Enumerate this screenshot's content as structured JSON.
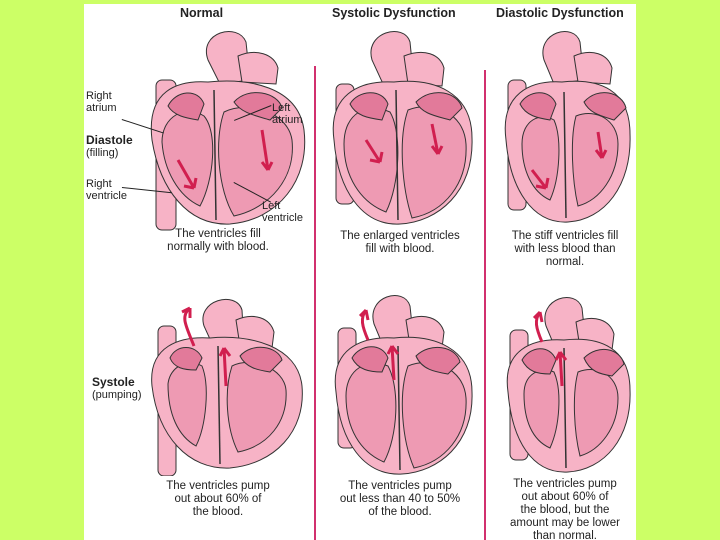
{
  "headers": {
    "normal": "Normal",
    "systolic": "Systolic Dysfunction",
    "diastolic": "Diastolic Dysfunction"
  },
  "labels": {
    "right_atrium": [
      "Right",
      "atrium"
    ],
    "left_atrium": [
      "Left",
      "atrium"
    ],
    "diastole": "Diastole",
    "diastole_sub": "(filling)",
    "right_ventricle": [
      "Right",
      "ventricle"
    ],
    "left_ventricle": [
      "Left",
      "ventricle"
    ],
    "systole": "Systole",
    "systole_sub": "(pumping)"
  },
  "captions": {
    "diastole_normal": [
      "The ventricles fill",
      "normally with blood."
    ],
    "diastole_systolic": [
      "The enlarged ventricles",
      "fill with blood."
    ],
    "diastole_diastolic": [
      "The stiff ventricles fill",
      "with less blood than",
      "normal."
    ],
    "systole_normal": [
      "The ventricles pump",
      "out about 60% of",
      "the blood."
    ],
    "systole_systolic": [
      "The ventricles pump",
      "out less than 40 to 50%",
      "of the blood."
    ],
    "systole_diastolic": [
      "The ventricles pump",
      "out about 60% of",
      "the blood, but the",
      "amount may be lower",
      "than normal."
    ]
  },
  "colors": {
    "background": "#ccff66",
    "heart_fill": "#f7b3c6",
    "heart_dark": "#e27a9a",
    "chamber": "#ee9ab3",
    "arrow": "#d11f4f",
    "divider": "#d1306e"
  }
}
